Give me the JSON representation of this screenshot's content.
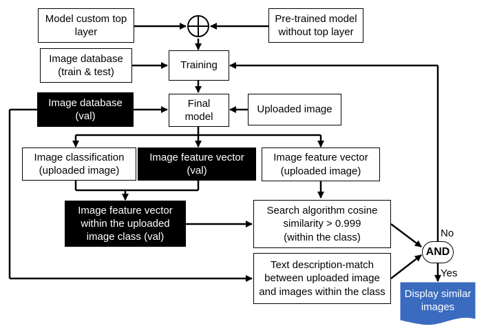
{
  "nodes": {
    "model_custom_top_layer": "Model custom top\nlayer",
    "pretrained_model": "Pre-trained model\nwithout top layer",
    "image_db_train_test": "Image database\n(train & test)",
    "training": "Training",
    "image_db_val": "Image database\n(val)",
    "final_model": "Final\nmodel",
    "uploaded_image": "Uploaded image",
    "image_classification": "Image classification\n(uploaded image)",
    "feature_vector_val": "Image feature vector\n(val)",
    "feature_vector_uploaded": "Image feature vector\n(uploaded image)",
    "feature_vector_class": "Image feature vector\nwithin the uploaded\nimage class (val)",
    "search_algorithm": "Search algorithm cosine\nsimilarity > 0.999\n(within the class)",
    "text_description": "Text description-match\nbetween uploaded image\nand images within the class",
    "and_gate": "AND",
    "display_similar": "Display similar\nimages"
  },
  "edge_labels": {
    "no": "No",
    "yes": "Yes"
  },
  "colors": {
    "dark_box": "#000000",
    "output_document": "#3a6bbf"
  }
}
